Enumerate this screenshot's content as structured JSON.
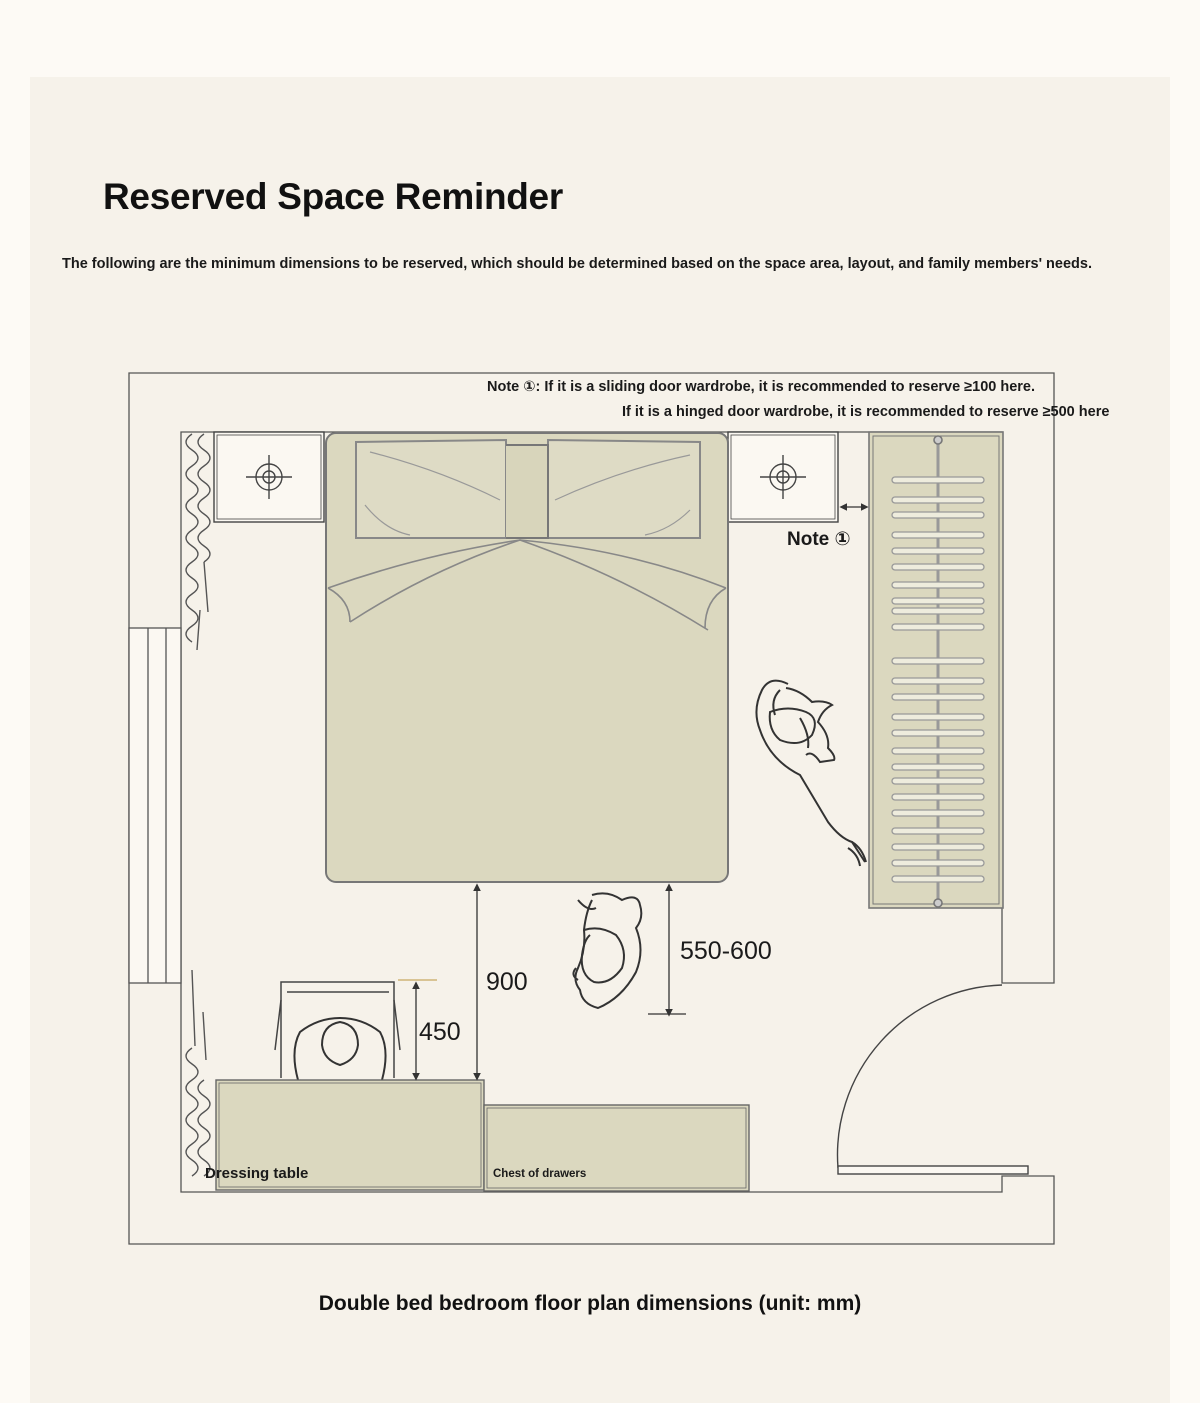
{
  "header": {
    "title": "Reserved Space Reminder",
    "subtitle": "The following are the minimum dimensions to be reserved, which should be determined based on the space area, layout, and family members' needs."
  },
  "notes": {
    "line1": "Note ①: If it is a sliding door wardrobe, it is recommended to reserve ≥100 here.",
    "line2": "If it is a hinged door wardrobe, it is recommended to reserve ≥500 here",
    "tag": "Note ①"
  },
  "dimensions": {
    "bed_to_wardrobe_walkway": "550-600",
    "bed_to_dresser": "900",
    "chair_clearance": "450"
  },
  "furniture": {
    "dressing_table": "Dressing table",
    "chest_of_drawers": "Chest of drawers"
  },
  "caption": "Double bed bedroom floor plan dimensions (unit: mm)",
  "colors": {
    "furniture_fill": "#dbd8bf",
    "line": "#444444",
    "panel": "#f6f2ea"
  }
}
